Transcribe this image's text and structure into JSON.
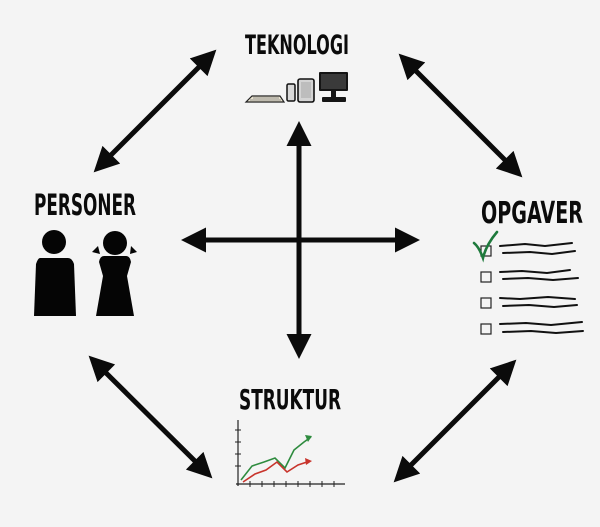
{
  "nodes": {
    "teknologi": {
      "label": "TEKNOLOGI"
    },
    "personer": {
      "label": "PERSONER"
    },
    "opgaver": {
      "label": "OPGAVER"
    },
    "struktur": {
      "label": "STRUKTUR"
    }
  },
  "colors": {
    "background": "#f4f4f4",
    "ink": "#0b0b0b",
    "check_green": "#1e7a3c",
    "line_green": "#2e8b3e",
    "line_red": "#c8342c"
  },
  "icons": {
    "teknologi": "devices-icon",
    "personer": "people-icon",
    "opgaver": "checklist-icon",
    "struktur": "line-chart-icon"
  }
}
